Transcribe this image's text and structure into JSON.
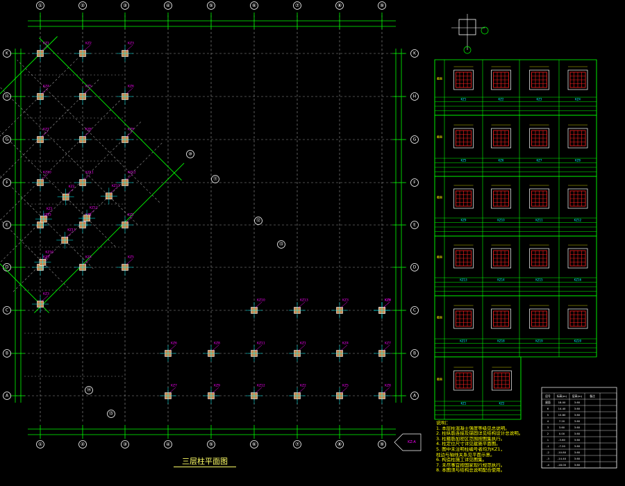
{
  "drawing": {
    "title": "三层柱平面图",
    "colors": {
      "background": "#000000",
      "axis_line": "#00ff00",
      "grid_dash": "#9a9a9a",
      "bubble": "#ffffff",
      "column": "#c88a50",
      "label_cyan": "#00ffff",
      "label_magenta": "#ff00ff",
      "label_yellow": "#ffff00",
      "rebar": "#ff2020",
      "table_line": "#00ff00"
    },
    "axes": {
      "top": [
        "①",
        "②",
        "③",
        "④",
        "⑤",
        "⑥",
        "⑦",
        "⑧",
        "⑨"
      ],
      "left": [
        "K",
        "H",
        "G",
        "F",
        "E",
        "D",
        "C",
        "B",
        "A"
      ],
      "diagonal": [
        "⑩",
        "⑪",
        "⑫",
        "⑬",
        "⑭",
        "⑮"
      ]
    },
    "annotations": [
      "KZ1",
      "KZ2",
      "KZ3",
      "KZ4",
      "KZ5",
      "KZ6",
      "KZ7",
      "KZ8",
      "KZ9",
      "KZ10",
      "KZ11",
      "KZ12",
      "KZ13"
    ],
    "legend_marker": "KZ-A"
  },
  "schedule": {
    "title": "柱表",
    "row_labels": [
      "截面",
      "编号",
      "配筋",
      "箍筋"
    ],
    "col_labels": [
      "KZ1",
      "KZ2",
      "KZ3",
      "KZ4",
      "KZ5",
      "KZ6",
      "KZ7",
      "KZ8",
      "KZ9",
      "KZ10",
      "KZ11",
      "KZ12",
      "KZ13",
      "KZ14",
      "KZ15",
      "KZ16",
      "KZ17",
      "KZ18",
      "KZ19",
      "KZ20"
    ]
  },
  "notes": {
    "heading": "说明：",
    "items": [
      "1. 本层柱混凝土强度等级见总说明。",
      "2. 柱纵筋连接及锚固详见结构设计总说明。",
      "3. 柱箍筋加密区范围按图集执行。",
      "4. 柱定位尺寸详见建施平面图。",
      "5. 图中未注明柱编号者均为KZ1，",
      "   柱边与轴线关系见平面示意。",
      "6. 构造柱施工详见图集。",
      "7. 未尽事宜按国家现行规范执行。",
      "8. 本图须与结构总说明配合使用。"
    ]
  },
  "elevation_table": {
    "headers": [
      "层号",
      "标高(m)",
      "层高(m)",
      "备注"
    ],
    "rows": [
      [
        "屋面",
        "18.00",
        "3.60",
        ""
      ],
      [
        "6",
        "14.40",
        "3.60",
        ""
      ],
      [
        "5",
        "10.80",
        "3.60",
        ""
      ],
      [
        "4",
        "7.20",
        "3.60",
        ""
      ],
      [
        "3",
        "3.60",
        "3.60",
        ""
      ],
      [
        "2",
        "0.00",
        "3.60",
        ""
      ],
      [
        "1",
        "-3.60",
        "3.60",
        ""
      ],
      [
        "-1",
        "-7.20",
        "3.60",
        ""
      ],
      [
        "-2",
        "-10.80",
        "3.60",
        ""
      ],
      [
        "-3",
        "-14.40",
        "3.60",
        ""
      ],
      [
        "-4",
        "-18.00",
        "3.60",
        ""
      ]
    ]
  }
}
